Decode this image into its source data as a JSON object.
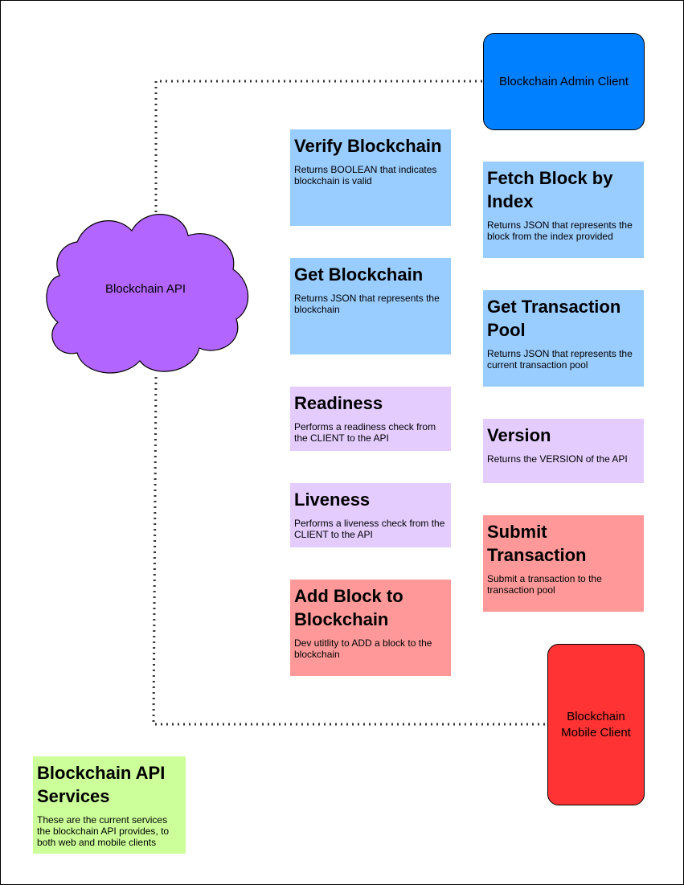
{
  "cloud": {
    "label": "Blockchain API",
    "color": "#b266ff"
  },
  "admin_client": {
    "label": "Blockchain Admin Client",
    "color": "#007fff"
  },
  "mobile_client": {
    "label": "Blockchain\nMobile Client",
    "color": "#ff3333"
  },
  "services": {
    "verify": {
      "title": "Verify Blockchain",
      "desc": "Returns BOOLEAN that indicates blockchain is valid",
      "color": "#99ccff"
    },
    "get_blockchain": {
      "title": "Get Blockchain",
      "desc": "Returns JSON that represents the blockchain",
      "color": "#99ccff"
    },
    "readiness": {
      "title": "Readiness",
      "desc": "Performs a readiness check from the CLIENT to the API",
      "color": "#e5ccff"
    },
    "liveness": {
      "title": "Liveness",
      "desc": "Performs a liveness check from the CLIENT to the API",
      "color": "#e5ccff"
    },
    "add_block": {
      "title": "Add Block to Blockchain",
      "desc": "Dev utitlity to ADD a block to the blockchain",
      "color": "#ff9999"
    },
    "fetch_block": {
      "title": "Fetch Block by Index",
      "desc": "Returns JSON that represents the block from the index provided",
      "color": "#99ccff"
    },
    "transaction_pool": {
      "title": "Get Transaction Pool",
      "desc": "Returns JSON that represents the current transaction pool",
      "color": "#99ccff"
    },
    "version": {
      "title": "Version",
      "desc": "Returns the VERSION of the API",
      "color": "#e5ccff"
    },
    "submit_transaction": {
      "title": "Submit Transaction",
      "desc": "Submit a transaction to the transaction pool",
      "color": "#ff9999"
    }
  },
  "legend": {
    "title": "Blockchain API Services",
    "desc": "These are the current services the blockchain API provides, to both web and mobile clients",
    "color": "#ccff99"
  },
  "connector_color": "#333333"
}
